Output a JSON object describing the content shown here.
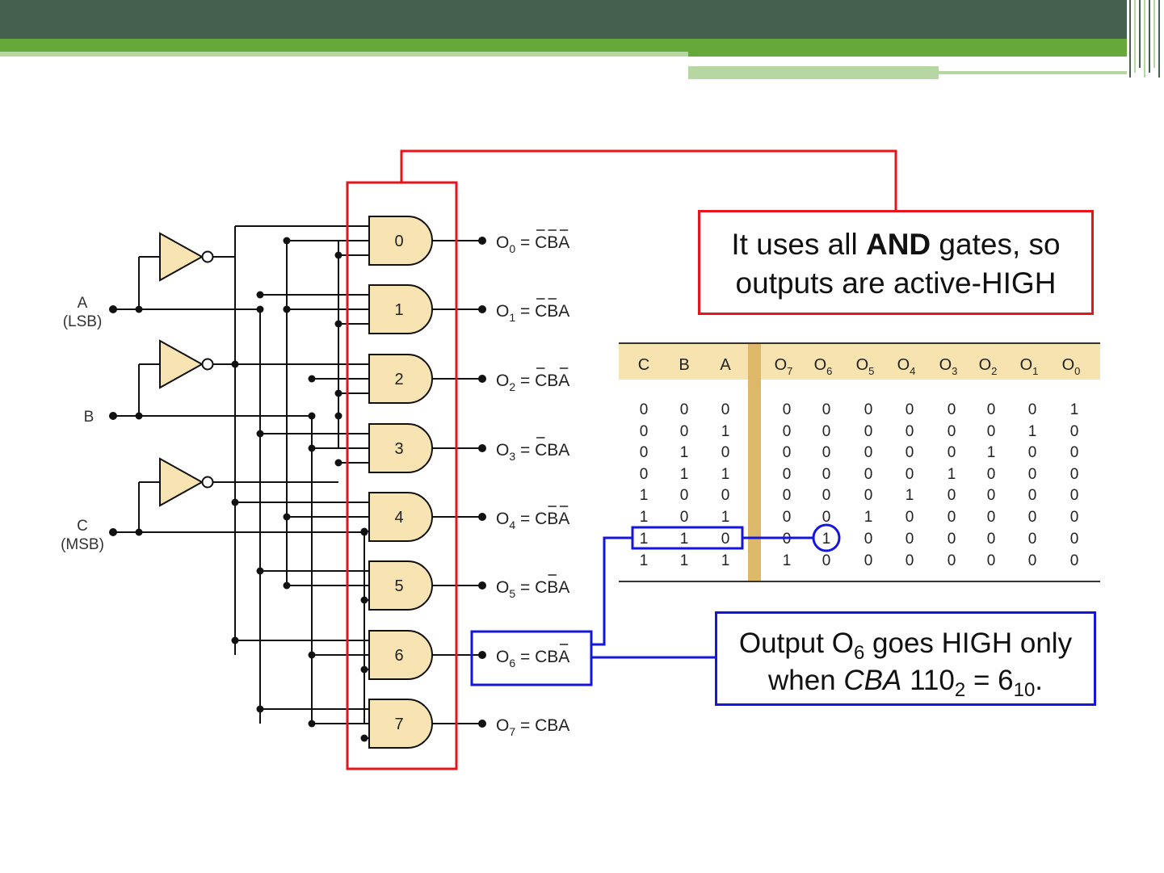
{
  "inputs": [
    {
      "name": "A",
      "note": "(LSB)"
    },
    {
      "name": "B",
      "note": ""
    },
    {
      "name": "C",
      "note": "(MSB)"
    }
  ],
  "gates": [
    "0",
    "1",
    "2",
    "3",
    "4",
    "5",
    "6",
    "7"
  ],
  "outputs": [
    {
      "label": "O",
      "sub": "0",
      "expr": "CBA",
      "bars": [
        true,
        true,
        true
      ]
    },
    {
      "label": "O",
      "sub": "1",
      "expr": "CBA",
      "bars": [
        true,
        true,
        false
      ]
    },
    {
      "label": "O",
      "sub": "2",
      "expr": "CBA",
      "bars": [
        true,
        false,
        true
      ]
    },
    {
      "label": "O",
      "sub": "3",
      "expr": "CBA",
      "bars": [
        true,
        false,
        false
      ]
    },
    {
      "label": "O",
      "sub": "4",
      "expr": "CBA",
      "bars": [
        false,
        true,
        true
      ]
    },
    {
      "label": "O",
      "sub": "5",
      "expr": "CBA",
      "bars": [
        false,
        true,
        false
      ]
    },
    {
      "label": "O",
      "sub": "6",
      "expr": "CBA",
      "bars": [
        false,
        false,
        true
      ]
    },
    {
      "label": "O",
      "sub": "7",
      "expr": "CBA",
      "bars": [
        false,
        false,
        false
      ]
    }
  ],
  "truth_table": {
    "input_headers": [
      "C",
      "B",
      "A"
    ],
    "output_headers": [
      {
        "label": "O",
        "sub": "7"
      },
      {
        "label": "O",
        "sub": "6"
      },
      {
        "label": "O",
        "sub": "5"
      },
      {
        "label": "O",
        "sub": "4"
      },
      {
        "label": "O",
        "sub": "3"
      },
      {
        "label": "O",
        "sub": "2"
      },
      {
        "label": "O",
        "sub": "1"
      },
      {
        "label": "O",
        "sub": "0"
      }
    ],
    "rows": [
      {
        "inputs": [
          "0",
          "0",
          "0"
        ],
        "outputs": [
          "0",
          "0",
          "0",
          "0",
          "0",
          "0",
          "0",
          "1"
        ]
      },
      {
        "inputs": [
          "0",
          "0",
          "1"
        ],
        "outputs": [
          "0",
          "0",
          "0",
          "0",
          "0",
          "0",
          "1",
          "0"
        ]
      },
      {
        "inputs": [
          "0",
          "1",
          "0"
        ],
        "outputs": [
          "0",
          "0",
          "0",
          "0",
          "0",
          "1",
          "0",
          "0"
        ]
      },
      {
        "inputs": [
          "0",
          "1",
          "1"
        ],
        "outputs": [
          "0",
          "0",
          "0",
          "0",
          "1",
          "0",
          "0",
          "0"
        ]
      },
      {
        "inputs": [
          "1",
          "0",
          "0"
        ],
        "outputs": [
          "0",
          "0",
          "0",
          "1",
          "0",
          "0",
          "0",
          "0"
        ]
      },
      {
        "inputs": [
          "1",
          "0",
          "1"
        ],
        "outputs": [
          "0",
          "0",
          "1",
          "0",
          "0",
          "0",
          "0",
          "0"
        ]
      },
      {
        "inputs": [
          "1",
          "1",
          "0"
        ],
        "outputs": [
          "0",
          "1",
          "0",
          "0",
          "0",
          "0",
          "0",
          "0"
        ]
      },
      {
        "inputs": [
          "1",
          "1",
          "1"
        ],
        "outputs": [
          "1",
          "0",
          "0",
          "0",
          "0",
          "0",
          "0",
          "0"
        ]
      }
    ],
    "highlight_row": 6,
    "highlight_output_col": 1
  },
  "callout_and": {
    "line1_pre": "It uses all ",
    "line1_bold": "AND",
    "line1_post": " gates, so",
    "line2": "outputs are active-HIGH"
  },
  "callout_o6": {
    "line1_pre": "Output O",
    "line1_sub": "6",
    "line1_post": " goes HIGH only",
    "line2_pre": "when ",
    "line2_italic": "CBA",
    "line2_mid1": " 110",
    "line2_sub1": "2",
    "line2_mid2": " = 6",
    "line2_sub2": "10",
    "line2_post": "."
  },
  "colors": {
    "header_dark": "#45604f",
    "header_green": "#67a83b",
    "header_light": "#b7d7a2",
    "gate_fill": "#f8e3b2",
    "table_header_fill": "#f6e3b0",
    "table_divider": "#ddb868",
    "red_highlight": "#e8141b",
    "blue_highlight": "#1515e0",
    "wire": "#111111"
  }
}
